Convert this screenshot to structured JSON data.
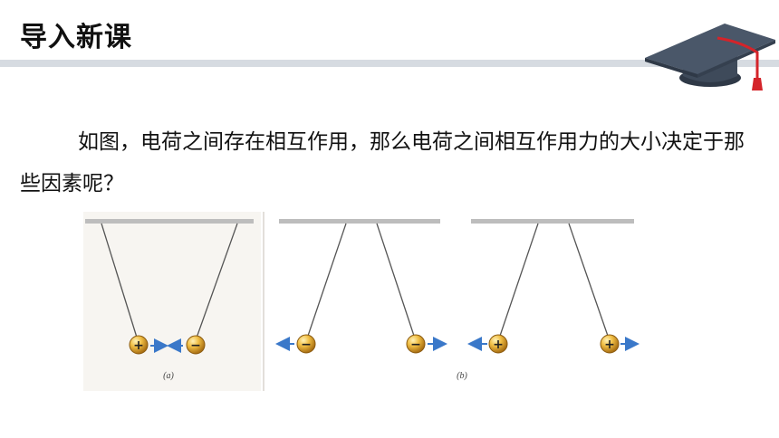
{
  "slide": {
    "title": "导入新课",
    "icon": "graduation-cap-icon",
    "body_text": "如图，电荷之间存在相互作用，那么电荷之间相互作用力的大小决定于那些因素呢？"
  },
  "figure": {
    "caption_a": "(a)",
    "caption_b": "(b)",
    "panel_a": {
      "left_charge": "+",
      "right_charge": "−"
    },
    "panel_b1": {
      "left_charge": "−",
      "right_charge": "−"
    },
    "panel_b2": {
      "left_charge": "+",
      "right_charge": "+"
    }
  },
  "colors": {
    "title_bar": "#d6dbe1",
    "cap": "#3e4a5a",
    "tassel": "#d4242a",
    "ball": "#e0a52c",
    "arrow": "#3a78c9"
  }
}
